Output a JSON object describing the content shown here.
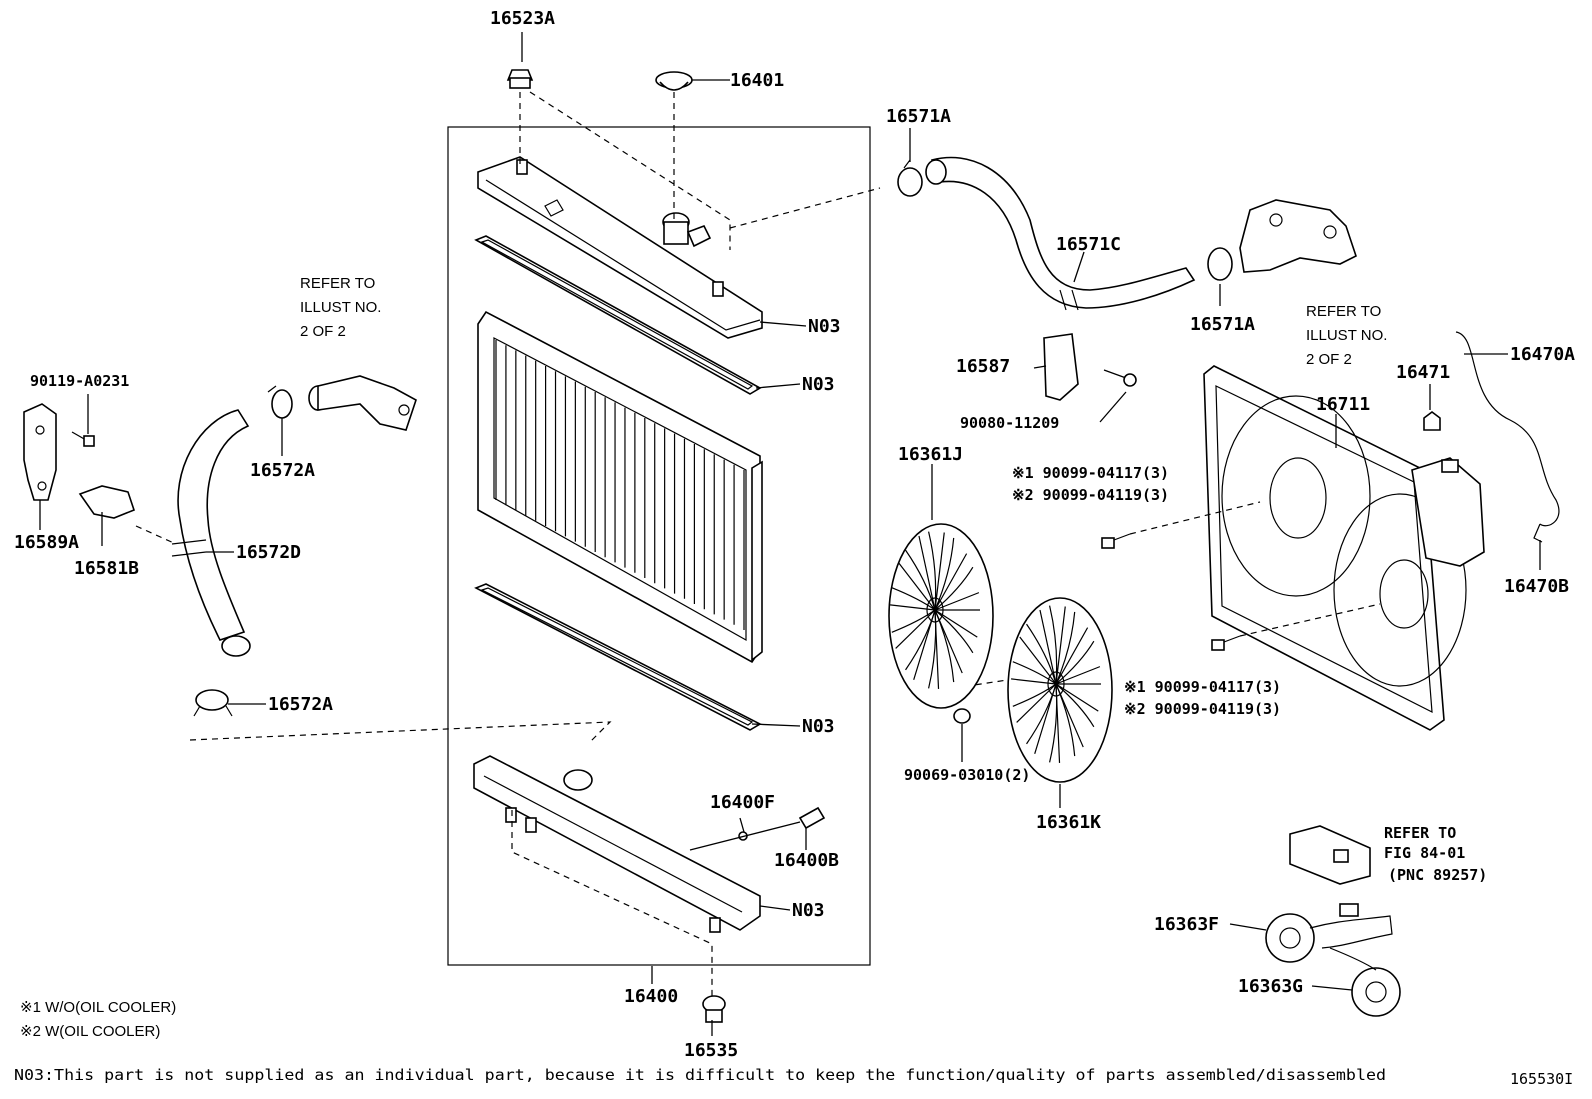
{
  "labels": {
    "p16523A": "16523A",
    "p16401": "16401",
    "p16571A_top": "16571A",
    "p16571C": "16571C",
    "p16571A_right": "16571A",
    "p16587": "16587",
    "p90080": "90080-11209",
    "p16361J": "16361J",
    "p16711": "16711",
    "p16471": "16471",
    "p16470A": "16470A",
    "p16470B": "16470B",
    "p90119": "90119-A0231",
    "p16589A": "16589A",
    "p16581B": "16581B",
    "p16572A_top": "16572A",
    "p16572D": "16572D",
    "p16572A_bottom": "16572A",
    "n03_1": "N03",
    "n03_2": "N03",
    "n03_3": "N03",
    "n03_4": "N03",
    "p16400F": "16400F",
    "p16400B": "16400B",
    "p16400": "16400",
    "p16535": "16535",
    "p90069": "90069-03010(2)",
    "p16361K": "16361K",
    "p16363F": "16363F",
    "p16363G": "16363G",
    "bolt_a_1": "※1 90099-04117(3)",
    "bolt_a_2": "※2 90099-04119(3)",
    "bolt_b_1": "※1 90099-04117(3)",
    "bolt_b_2": "※2 90099-04119(3)"
  },
  "refer_notes": {
    "left": [
      "REFER TO",
      "ILLUST NO.",
      "2 OF 2"
    ],
    "right": [
      "REFER TO",
      "ILLUST NO.",
      "2 OF 2"
    ],
    "fig": [
      "REFER TO",
      "FIG 84-01",
      "(PNC 89257)"
    ]
  },
  "legend": {
    "note1": "※1  W/O(OIL COOLER)",
    "note2": "※2  W(OIL COOLER)"
  },
  "footer": {
    "n03_note": "N03:This part is not supplied as an individual part, because it is difficult to keep the function/quality of parts assembled/disassembled",
    "figure_code": "165530I"
  }
}
